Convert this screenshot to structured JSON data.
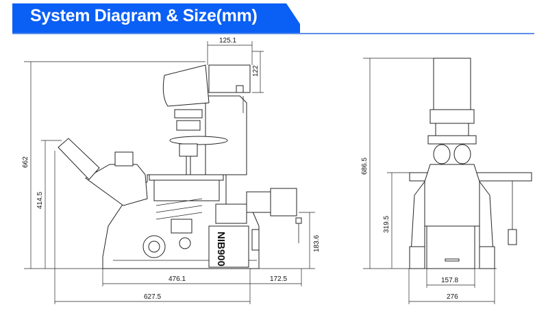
{
  "header": {
    "title": "System Diagram & Size(mm)",
    "accent_color": "#0a5ff5"
  },
  "side_view": {
    "brand_label": "NIB900",
    "dimensions": {
      "top_width": "125.1",
      "top_height": "122",
      "total_height": "662",
      "eyepiece_height": "414.5",
      "lamp_height": "183.6",
      "base_depth": "476.1",
      "rear_extension": "172.5",
      "total_depth": "627.5"
    }
  },
  "front_view": {
    "dimensions": {
      "total_height": "686.5",
      "stage_height": "319.5",
      "base_width": "157.8",
      "total_width": "276"
    }
  }
}
